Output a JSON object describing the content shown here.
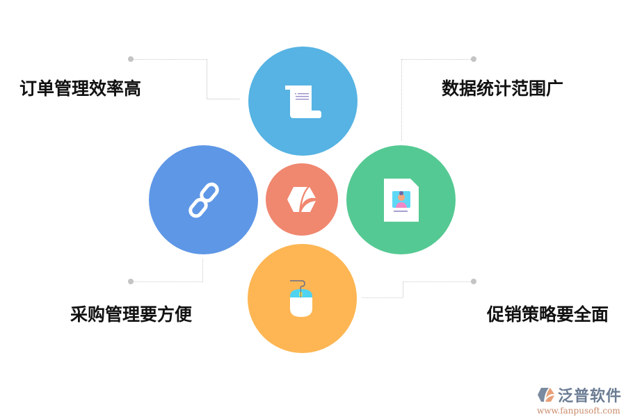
{
  "diagram": {
    "center": {
      "icon": "brand-leaf-hexagon-icon",
      "color": "#f0876f"
    },
    "nodes": [
      {
        "id": "top",
        "label": "订单管理效率高",
        "icon": "scroll-document-icon",
        "color": "#56b3e3"
      },
      {
        "id": "left",
        "label": "采购管理要方便",
        "icon": "chain-link-icon",
        "color": "#5e97e6"
      },
      {
        "id": "right",
        "label": "数据统计范围广",
        "icon": "id-card-document-icon",
        "color": "#55c993"
      },
      {
        "id": "bottom",
        "label": "促销策略要全面",
        "icon": "computer-mouse-icon",
        "color": "#fdb653"
      }
    ]
  },
  "watermark": {
    "brand_name": "泛普软件",
    "url": "www.fanpusoft.com"
  }
}
